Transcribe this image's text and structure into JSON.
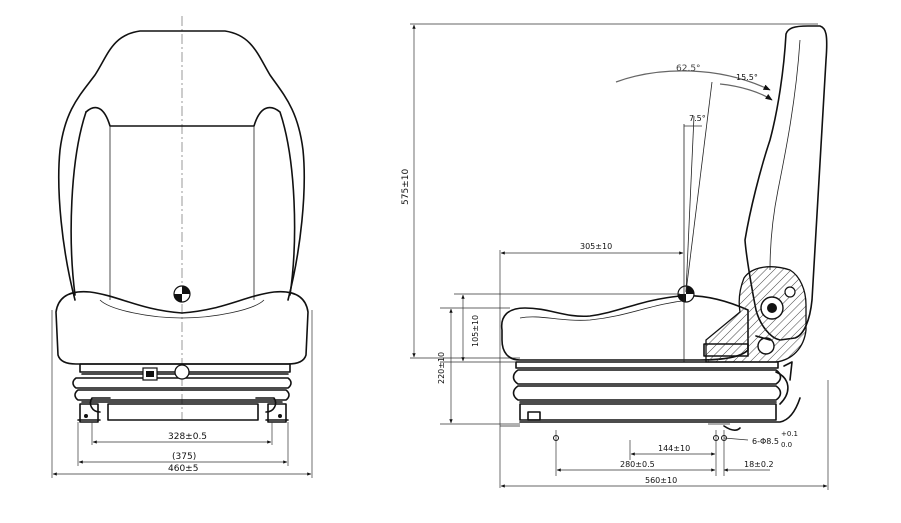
{
  "front_view": {
    "dim_mount_width": "328±0.5",
    "dim_ref_width": "(375)",
    "dim_overall_width": "460±5"
  },
  "side_view": {
    "dim_height": "575±10",
    "dim_cushion_thickness": "105±10",
    "dim_suspension_height": "220±10",
    "dim_cushion_to_sip": "305±10",
    "dim_hole_offset": "144±10",
    "dim_mount_length": "280±0.5",
    "dim_hole_spacing": "18±0.2",
    "dim_overall_depth": "560±10",
    "hole_callout": "6-Φ8.5",
    "hole_tol_upper": "+0.1",
    "hole_tol_lower": "0.0",
    "angle_recline": "62.5°",
    "angle_forward": "15.5°",
    "angle_back": "7.5°"
  }
}
